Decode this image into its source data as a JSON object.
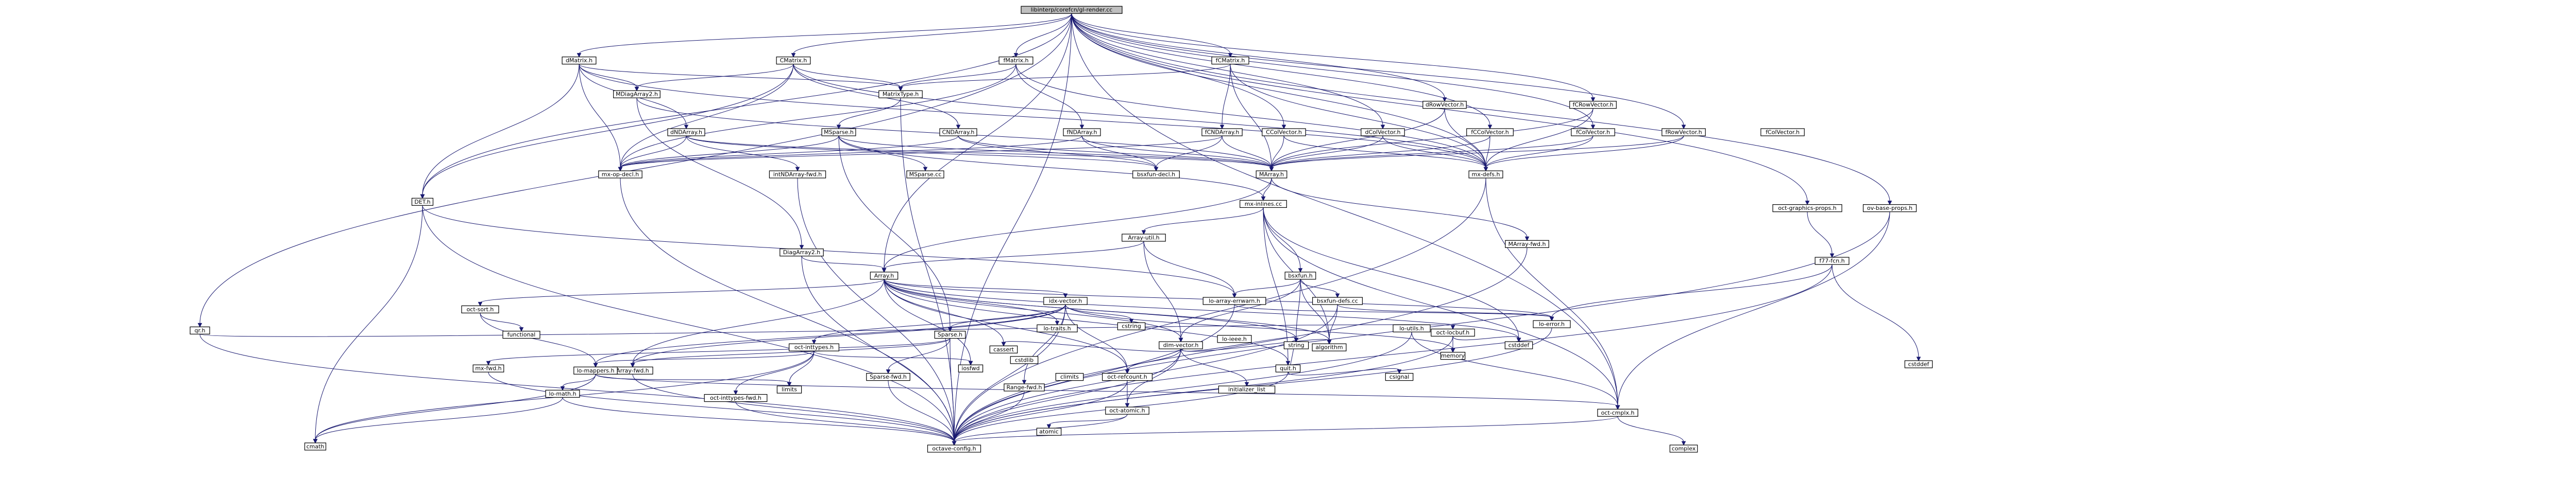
{
  "diagram": {
    "nodes": [
      {
        "id": "root",
        "label": "libinterp/corefcn/gl-render.cc",
        "root": true
      },
      {
        "id": "dmatrix",
        "label": "dMatrix.h"
      },
      {
        "id": "cmatrix",
        "label": "CMatrix.h"
      },
      {
        "id": "fmatrix",
        "label": "fMatrix.h"
      },
      {
        "id": "fcmatrix",
        "label": "fCMatrix.h"
      },
      {
        "id": "drowvec",
        "label": "dRowVector.h"
      },
      {
        "id": "fcrowvec",
        "label": "fCRowVector.h"
      },
      {
        "id": "dcolvec",
        "label": "dColVector.h"
      },
      {
        "id": "fcolvec",
        "label": "fColVector.h"
      },
      {
        "id": "frowvec",
        "label": "fRowVector.h"
      },
      {
        "id": "ccolvec",
        "label": "CColVector.h"
      },
      {
        "id": "fccolvec",
        "label": "fCColVector.h"
      },
      {
        "id": "fcolvector2",
        "label": "fColVector.h"
      },
      {
        "id": "glgraphics",
        "label": "oct-graphics-props.h"
      },
      {
        "id": "rsgraphics",
        "label": "ov-base-props.h"
      },
      {
        "id": "mdiagarray",
        "label": "MDiagArray2.h"
      },
      {
        "id": "mtype",
        "label": "MatrixType.h"
      },
      {
        "id": "dndarray",
        "label": "dNDArray.h"
      },
      {
        "id": "cndarray",
        "label": "CNDArray.h"
      },
      {
        "id": "fndarray",
        "label": "fNDArray.h"
      },
      {
        "id": "fcndarray",
        "label": "fCNDArray.h"
      },
      {
        "id": "msparse",
        "label": "MSparse.h"
      },
      {
        "id": "mxopdecl",
        "label": "mx-op-decl.h"
      },
      {
        "id": "mxdefs",
        "label": "mx-defs.h"
      },
      {
        "id": "marray",
        "label": "MArray.h"
      },
      {
        "id": "bsxfundecl",
        "label": "bsxfun-decl.h"
      },
      {
        "id": "intndarray",
        "label": "intNDArray-fwd.h"
      },
      {
        "id": "dim2",
        "label": "DiagArray2.h"
      },
      {
        "id": "mspcc",
        "label": "MSparse.cc"
      },
      {
        "id": "dcolvector",
        "label": "DET.h"
      },
      {
        "id": "mxinlines",
        "label": "mx-inlines.cc"
      },
      {
        "id": "arrayutil",
        "label": "Array-util.h"
      },
      {
        "id": "marrayfwd",
        "label": "MArray-fwd.h"
      },
      {
        "id": "array",
        "label": "Array.h"
      },
      {
        "id": "bsxfun",
        "label": "bsxfun.h"
      },
      {
        "id": "bsxfundefs",
        "label": "bsxfun-defs.cc"
      },
      {
        "id": "lopgraph",
        "label": "lo-ieee.h"
      },
      {
        "id": "lomappers",
        "label": "lo-array-errwarn.h"
      },
      {
        "id": "octcmplx",
        "label": "oct-cmplx.h"
      },
      {
        "id": "faddr",
        "label": "f77-fcn.h"
      },
      {
        "id": "loerror",
        "label": "lo-error.h"
      },
      {
        "id": "octsort",
        "label": "oct-sort.h"
      },
      {
        "id": "dimvector",
        "label": "dim-vector.h"
      },
      {
        "id": "idxvector",
        "label": "idx-vector.h"
      },
      {
        "id": "lotraits",
        "label": "lo-traits.h"
      },
      {
        "id": "octrefcount",
        "label": "oct-refcount.h"
      },
      {
        "id": "quith",
        "label": "quit.h"
      },
      {
        "id": "loutils",
        "label": "lo-utils.h"
      },
      {
        "id": "octlocbuf",
        "label": "oct-locbuf.h"
      },
      {
        "id": "octinttypes",
        "label": "oct-inttypes.h"
      },
      {
        "id": "sparseh",
        "label": "Sparse.h"
      },
      {
        "id": "arrayfwd",
        "label": "Array-fwd.h"
      },
      {
        "id": "lomath",
        "label": "lo-mappers.h"
      },
      {
        "id": "mxfwd",
        "label": "mx-fwd.h"
      },
      {
        "id": "lomath2",
        "label": "lo-math.h"
      },
      {
        "id": "octinttypesfwd",
        "label": "oct-inttypes-fwd.h"
      },
      {
        "id": "sparsefwd",
        "label": "Sparse-fwd.h"
      },
      {
        "id": "rangefwd",
        "label": "Range-fwd.h"
      },
      {
        "id": "octatomic",
        "label": "oct-atomic.h"
      },
      {
        "id": "octaveconfig",
        "label": "octave-config.h"
      },
      {
        "id": "qrh",
        "label": "qr.h"
      },
      {
        "id": "cmath",
        "label": "cmath"
      },
      {
        "id": "cstddef",
        "label": "cstddef"
      },
      {
        "id": "algorithm",
        "label": "algorithm"
      },
      {
        "id": "climits",
        "label": "climits"
      },
      {
        "id": "cstring",
        "label": "cstring"
      },
      {
        "id": "cassert",
        "label": "cassert"
      },
      {
        "id": "iosfwd",
        "label": "iosfwd"
      },
      {
        "id": "string",
        "label": "string"
      },
      {
        "id": "memory",
        "label": "memory"
      },
      {
        "id": "initlist",
        "label": "initializer_list"
      },
      {
        "id": "cstdlib",
        "label": "cstdlib"
      },
      {
        "id": "limits",
        "label": "limits"
      },
      {
        "id": "functional",
        "label": "functional"
      },
      {
        "id": "complex",
        "label": "complex"
      },
      {
        "id": "atomic",
        "label": "atomic"
      },
      {
        "id": "csignal",
        "label": "csignal"
      },
      {
        "id": "cstddef2",
        "label": "cstddef"
      }
    ],
    "edges": [
      [
        "root",
        "dmatrix"
      ],
      [
        "root",
        "cmatrix"
      ],
      [
        "root",
        "fmatrix"
      ],
      [
        "root",
        "fcmatrix"
      ],
      [
        "root",
        "drowvec"
      ],
      [
        "root",
        "fcrowvec"
      ],
      [
        "root",
        "dcolvec"
      ],
      [
        "root",
        "fcolvec"
      ],
      [
        "root",
        "frowvec"
      ],
      [
        "root",
        "ccolvec"
      ],
      [
        "root",
        "fccolvec"
      ],
      [
        "root",
        "glgraphics"
      ],
      [
        "root",
        "rsgraphics"
      ],
      [
        "root",
        "qrh"
      ],
      [
        "root",
        "octcmplx"
      ],
      [
        "root",
        "octaveconfig"
      ],
      [
        "root",
        "mxdefs"
      ],
      [
        "root",
        "array"
      ],
      [
        "root",
        "dcolvector"
      ],
      [
        "dmatrix",
        "mdiagarray"
      ],
      [
        "dmatrix",
        "mtype"
      ],
      [
        "dmatrix",
        "dndarray"
      ],
      [
        "dmatrix",
        "mxdefs"
      ],
      [
        "dmatrix",
        "mxopdecl"
      ],
      [
        "dmatrix",
        "dcolvector"
      ],
      [
        "cmatrix",
        "mdiagarray"
      ],
      [
        "cmatrix",
        "mtype"
      ],
      [
        "cmatrix",
        "cndarray"
      ],
      [
        "cmatrix",
        "mxdefs"
      ],
      [
        "cmatrix",
        "mxopdecl"
      ],
      [
        "cmatrix",
        "dcolvector"
      ],
      [
        "fmatrix",
        "mtype"
      ],
      [
        "fmatrix",
        "fndarray"
      ],
      [
        "fmatrix",
        "mxdefs"
      ],
      [
        "fmatrix",
        "mxopdecl"
      ],
      [
        "fcmatrix",
        "mtype"
      ],
      [
        "fcmatrix",
        "fcndarray"
      ],
      [
        "fcmatrix",
        "mxdefs"
      ],
      [
        "fcmatrix",
        "marray"
      ],
      [
        "drowvec",
        "marray"
      ],
      [
        "drowvec",
        "mxdefs"
      ],
      [
        "fcrowvec",
        "marray"
      ],
      [
        "fcrowvec",
        "mxdefs"
      ],
      [
        "dcolvec",
        "marray"
      ],
      [
        "dcolvec",
        "mxdefs"
      ],
      [
        "fcolvec",
        "marray"
      ],
      [
        "fcolvec",
        "mxdefs"
      ],
      [
        "frowvec",
        "marray"
      ],
      [
        "frowvec",
        "mxdefs"
      ],
      [
        "ccolvec",
        "marray"
      ],
      [
        "ccolvec",
        "mxdefs"
      ],
      [
        "fccolvec",
        "marray"
      ],
      [
        "fccolvec",
        "mxdefs"
      ],
      [
        "mdiagarray",
        "dim2"
      ],
      [
        "mdiagarray",
        "marray"
      ],
      [
        "mtype",
        "msparse"
      ],
      [
        "mtype",
        "octaveconfig"
      ],
      [
        "dndarray",
        "marray"
      ],
      [
        "dndarray",
        "intndarray"
      ],
      [
        "dndarray",
        "bsxfundecl"
      ],
      [
        "dndarray",
        "mxopdecl"
      ],
      [
        "cndarray",
        "marray"
      ],
      [
        "cndarray",
        "bsxfundecl"
      ],
      [
        "cndarray",
        "mxopdecl"
      ],
      [
        "fndarray",
        "marray"
      ],
      [
        "fndarray",
        "bsxfundecl"
      ],
      [
        "fndarray",
        "mxopdecl"
      ],
      [
        "fcndarray",
        "marray"
      ],
      [
        "fcndarray",
        "bsxfundecl"
      ],
      [
        "fcndarray",
        "mxopdecl"
      ],
      [
        "msparse",
        "marray"
      ],
      [
        "msparse",
        "mxopdecl"
      ],
      [
        "msparse",
        "mspcc"
      ],
      [
        "msparse",
        "sparseh"
      ],
      [
        "msparse",
        "mxinlines"
      ],
      [
        "marray",
        "array"
      ],
      [
        "marray",
        "mxinlines"
      ],
      [
        "marray",
        "marrayfwd"
      ],
      [
        "mxinlines",
        "arrayutil"
      ],
      [
        "mxinlines",
        "bsxfun"
      ],
      [
        "mxinlines",
        "octcmplx"
      ],
      [
        "mxinlines",
        "quith"
      ],
      [
        "mxinlines",
        "cstddef"
      ],
      [
        "mxinlines",
        "algorithm"
      ],
      [
        "arrayutil",
        "array"
      ],
      [
        "arrayutil",
        "lomappers"
      ],
      [
        "arrayutil",
        "dimvector"
      ],
      [
        "array",
        "dimvector"
      ],
      [
        "array",
        "idxvector"
      ],
      [
        "array",
        "lotraits"
      ],
      [
        "array",
        "octrefcount"
      ],
      [
        "array",
        "octsort"
      ],
      [
        "array",
        "quith"
      ],
      [
        "array",
        "arrayfwd"
      ],
      [
        "array",
        "algorithm"
      ],
      [
        "array",
        "cstddef"
      ],
      [
        "array",
        "iosfwd"
      ],
      [
        "array",
        "string"
      ],
      [
        "array",
        "cassert"
      ],
      [
        "array",
        "loerror"
      ],
      [
        "bsxfun",
        "bsxfundefs"
      ],
      [
        "bsxfun",
        "dimvector"
      ],
      [
        "bsxfun",
        "lomappers"
      ],
      [
        "bsxfun",
        "algorithm"
      ],
      [
        "bsxfun",
        "string"
      ],
      [
        "bsxfundefs",
        "octaveconfig"
      ],
      [
        "bsxfundefs",
        "algorithm"
      ],
      [
        "bsxfundefs",
        "loerror"
      ],
      [
        "dimvector",
        "octrefcount"
      ],
      [
        "dimvector",
        "octatomic"
      ],
      [
        "dimvector",
        "initlist"
      ],
      [
        "dimvector",
        "string"
      ],
      [
        "dimvector",
        "algorithm"
      ],
      [
        "dimvector",
        "cassert"
      ],
      [
        "dimvector",
        "octaveconfig"
      ],
      [
        "idxvector",
        "octinttypes"
      ],
      [
        "idxvector",
        "sparseh"
      ],
      [
        "idxvector",
        "arrayfwd"
      ],
      [
        "idxvector",
        "lomath"
      ],
      [
        "idxvector",
        "rangefwd"
      ],
      [
        "idxvector",
        "octrefcount"
      ],
      [
        "idxvector",
        "memory"
      ],
      [
        "idxvector",
        "cstring"
      ],
      [
        "idxvector",
        "octaveconfig"
      ],
      [
        "octinttypes",
        "lomath"
      ],
      [
        "octinttypes",
        "octinttypesfwd"
      ],
      [
        "octinttypes",
        "limits"
      ],
      [
        "octinttypes",
        "cmath"
      ],
      [
        "octinttypes",
        "iosfwd"
      ],
      [
        "lomath",
        "lomath2"
      ],
      [
        "lomath",
        "octcmplx"
      ],
      [
        "lomath",
        "cmath"
      ],
      [
        "lomath",
        "limits"
      ],
      [
        "lomath2",
        "cmath"
      ],
      [
        "lomath2",
        "octaveconfig"
      ],
      [
        "octcmplx",
        "complex"
      ],
      [
        "octcmplx",
        "octaveconfig"
      ],
      [
        "octsort",
        "functional"
      ],
      [
        "octsort",
        "lomath"
      ],
      [
        "octrefcount",
        "octatomic"
      ],
      [
        "octrefcount",
        "octaveconfig"
      ],
      [
        "octatomic",
        "atomic"
      ],
      [
        "octatomic",
        "octaveconfig"
      ],
      [
        "quith",
        "csignal"
      ],
      [
        "quith",
        "string"
      ],
      [
        "quith",
        "octaveconfig"
      ],
      [
        "loerror",
        "octaveconfig"
      ],
      [
        "lomappers",
        "loerror"
      ],
      [
        "lomappers",
        "octaveconfig"
      ],
      [
        "faddr",
        "octaveconfig"
      ],
      [
        "faddr",
        "loerror"
      ],
      [
        "faddr",
        "cstddef2"
      ],
      [
        "glgraphics",
        "faddr"
      ],
      [
        "rsgraphics",
        "octcmplx"
      ],
      [
        "rsgraphics",
        "octaveconfig"
      ],
      [
        "octlocbuf",
        "octaveconfig"
      ],
      [
        "octlocbuf",
        "memory"
      ],
      [
        "octlocbuf",
        "cstddef"
      ],
      [
        "loutils",
        "octcmplx"
      ],
      [
        "loutils",
        "octaveconfig"
      ],
      [
        "sparseh",
        "sparsefwd"
      ],
      [
        "sparseh",
        "mxfwd"
      ],
      [
        "sparseh",
        "arrayfwd"
      ],
      [
        "sparseh",
        "octaveconfig"
      ],
      [
        "qrh",
        "octlocbuf"
      ],
      [
        "qrh",
        "octaveconfig"
      ],
      [
        "mxfwd",
        "octaveconfig"
      ],
      [
        "arrayfwd",
        "octaveconfig"
      ],
      [
        "sparsefwd",
        "octaveconfig"
      ],
      [
        "rangefwd",
        "octaveconfig"
      ],
      [
        "octinttypesfwd",
        "octaveconfig"
      ],
      [
        "dim2",
        "array"
      ],
      [
        "dim2",
        "octaveconfig"
      ],
      [
        "dcolvector",
        "cmath"
      ],
      [
        "dcolvector",
        "octaveconfig"
      ],
      [
        "dcolvector",
        "lomappers"
      ],
      [
        "marrayfwd",
        "octaveconfig"
      ],
      [
        "intndarray",
        "octaveconfig"
      ],
      [
        "mxopdecl",
        "octaveconfig"
      ],
      [
        "mxdefs",
        "octaveconfig"
      ],
      [
        "mxdefs",
        "octcmplx"
      ]
    ]
  }
}
